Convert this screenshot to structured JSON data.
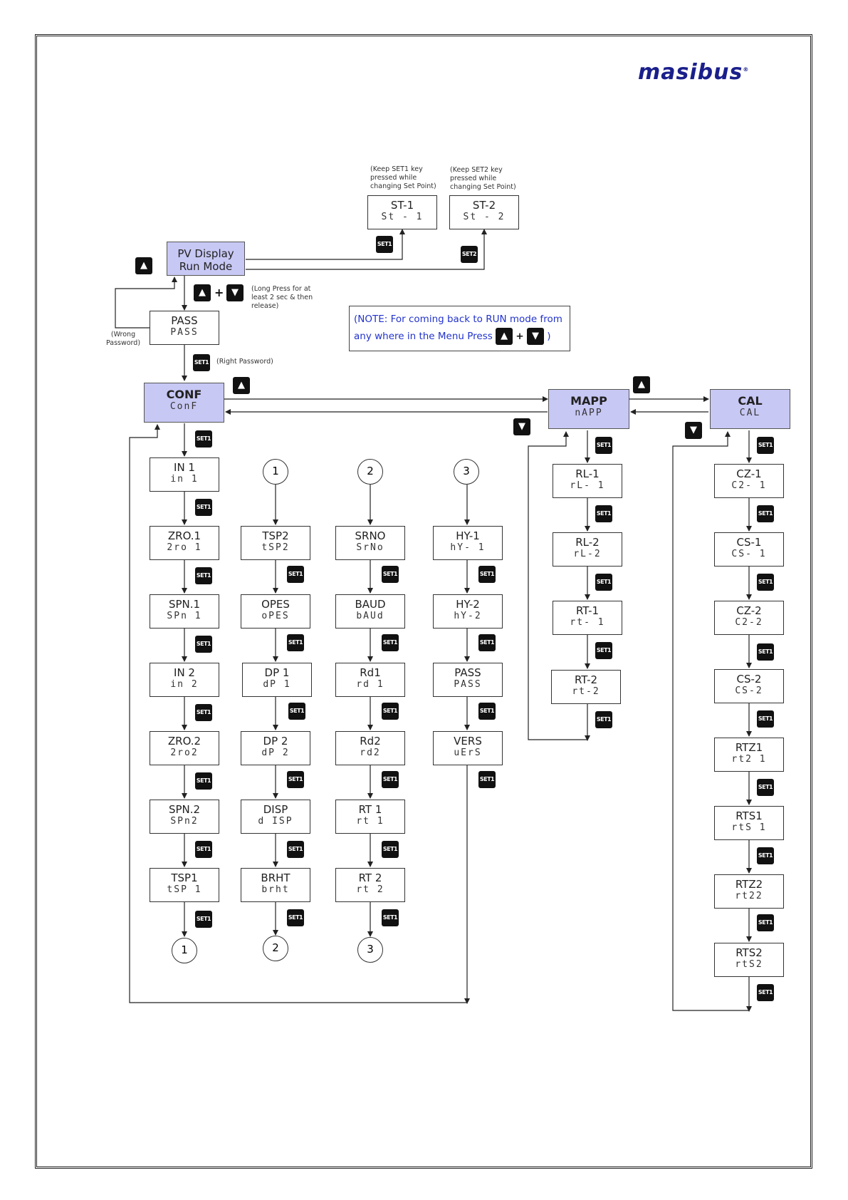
{
  "logo": {
    "text": "masibus",
    "mark": "®"
  },
  "notes": {
    "set1_hint": "(Keep SET1 key pressed while changing Set Point)",
    "set2_hint": "(Keep SET2 key pressed while changing Set Point)",
    "long_press": "(Long Press for at least 2 sec & then release)",
    "wrong_password": "(Wrong Password)",
    "right_password": "(Right Password)",
    "nav_note_part1": "(NOTE: For coming back to RUN mode from",
    "nav_note_part2": "any where in the Menu Press",
    "nav_note_end": ")"
  },
  "keys": {
    "set1": "SET1",
    "set2": "SET2",
    "up": "▲",
    "down": "▼",
    "plus": "+"
  },
  "boxes": {
    "pv": {
      "l1": "PV Display",
      "l2": "Run Mode"
    },
    "st1": {
      "l1": "ST-1",
      "l2": "St - 1"
    },
    "st2": {
      "l1": "ST-2",
      "l2": "St - 2"
    },
    "pass": {
      "l1": "PASS",
      "l2": "PASS"
    },
    "conf": {
      "l1": "CONF",
      "l2": "ConF"
    },
    "mapp": {
      "l1": "MAPP",
      "l2": "nAPP"
    },
    "cal": {
      "l1": "CAL",
      "l2": "CAL"
    }
  },
  "col_conf": [
    {
      "l1": "IN 1",
      "l2": "in  1"
    },
    {
      "l1": "ZRO.1",
      "l2": "2ro 1"
    },
    {
      "l1": "SPN.1",
      "l2": "SPn 1"
    },
    {
      "l1": "IN 2",
      "l2": "in  2"
    },
    {
      "l1": "ZRO.2",
      "l2": "2ro2"
    },
    {
      "l1": "SPN.2",
      "l2": "SPn2"
    },
    {
      "l1": "TSP1",
      "l2": "tSP 1"
    }
  ],
  "col_c1": [
    {
      "l1": "TSP2",
      "l2": "tSP2"
    },
    {
      "l1": "OPES",
      "l2": "oPES"
    },
    {
      "l1": "DP 1",
      "l2": "dP  1"
    },
    {
      "l1": "DP 2",
      "l2": "dP  2"
    },
    {
      "l1": "DISP",
      "l2": "d ISP"
    },
    {
      "l1": "BRHT",
      "l2": "brht"
    }
  ],
  "col_c2": [
    {
      "l1": "SRNO",
      "l2": "SrNo"
    },
    {
      "l1": "BAUD",
      "l2": "bAUd"
    },
    {
      "l1": "Rd1",
      "l2": "rd 1"
    },
    {
      "l1": "Rd2",
      "l2": "rd2"
    },
    {
      "l1": "RT 1",
      "l2": "rt  1"
    },
    {
      "l1": "RT 2",
      "l2": "rt  2"
    }
  ],
  "col_c3": [
    {
      "l1": "HY-1",
      "l2": "hY- 1"
    },
    {
      "l1": "HY-2",
      "l2": "hY-2"
    },
    {
      "l1": "PASS",
      "l2": "PASS"
    },
    {
      "l1": "VERS",
      "l2": "uErS"
    }
  ],
  "col_mapp": [
    {
      "l1": "RL-1",
      "l2": "rL- 1"
    },
    {
      "l1": "RL-2",
      "l2": "rL-2"
    },
    {
      "l1": "RT-1",
      "l2": "rt- 1"
    },
    {
      "l1": "RT-2",
      "l2": "rt-2"
    }
  ],
  "col_cal": [
    {
      "l1": "CZ-1",
      "l2": "C2- 1"
    },
    {
      "l1": "CS-1",
      "l2": "CS- 1"
    },
    {
      "l1": "CZ-2",
      "l2": "C2-2"
    },
    {
      "l1": "CS-2",
      "l2": "CS-2"
    },
    {
      "l1": "RTZ1",
      "l2": "rt2 1"
    },
    {
      "l1": "RTS1",
      "l2": "rtS 1"
    },
    {
      "l1": "RTZ2",
      "l2": "rt22"
    },
    {
      "l1": "RTS2",
      "l2": "rtS2"
    }
  ],
  "connectors": {
    "c1": "1",
    "c2": "2",
    "c3": "3"
  }
}
